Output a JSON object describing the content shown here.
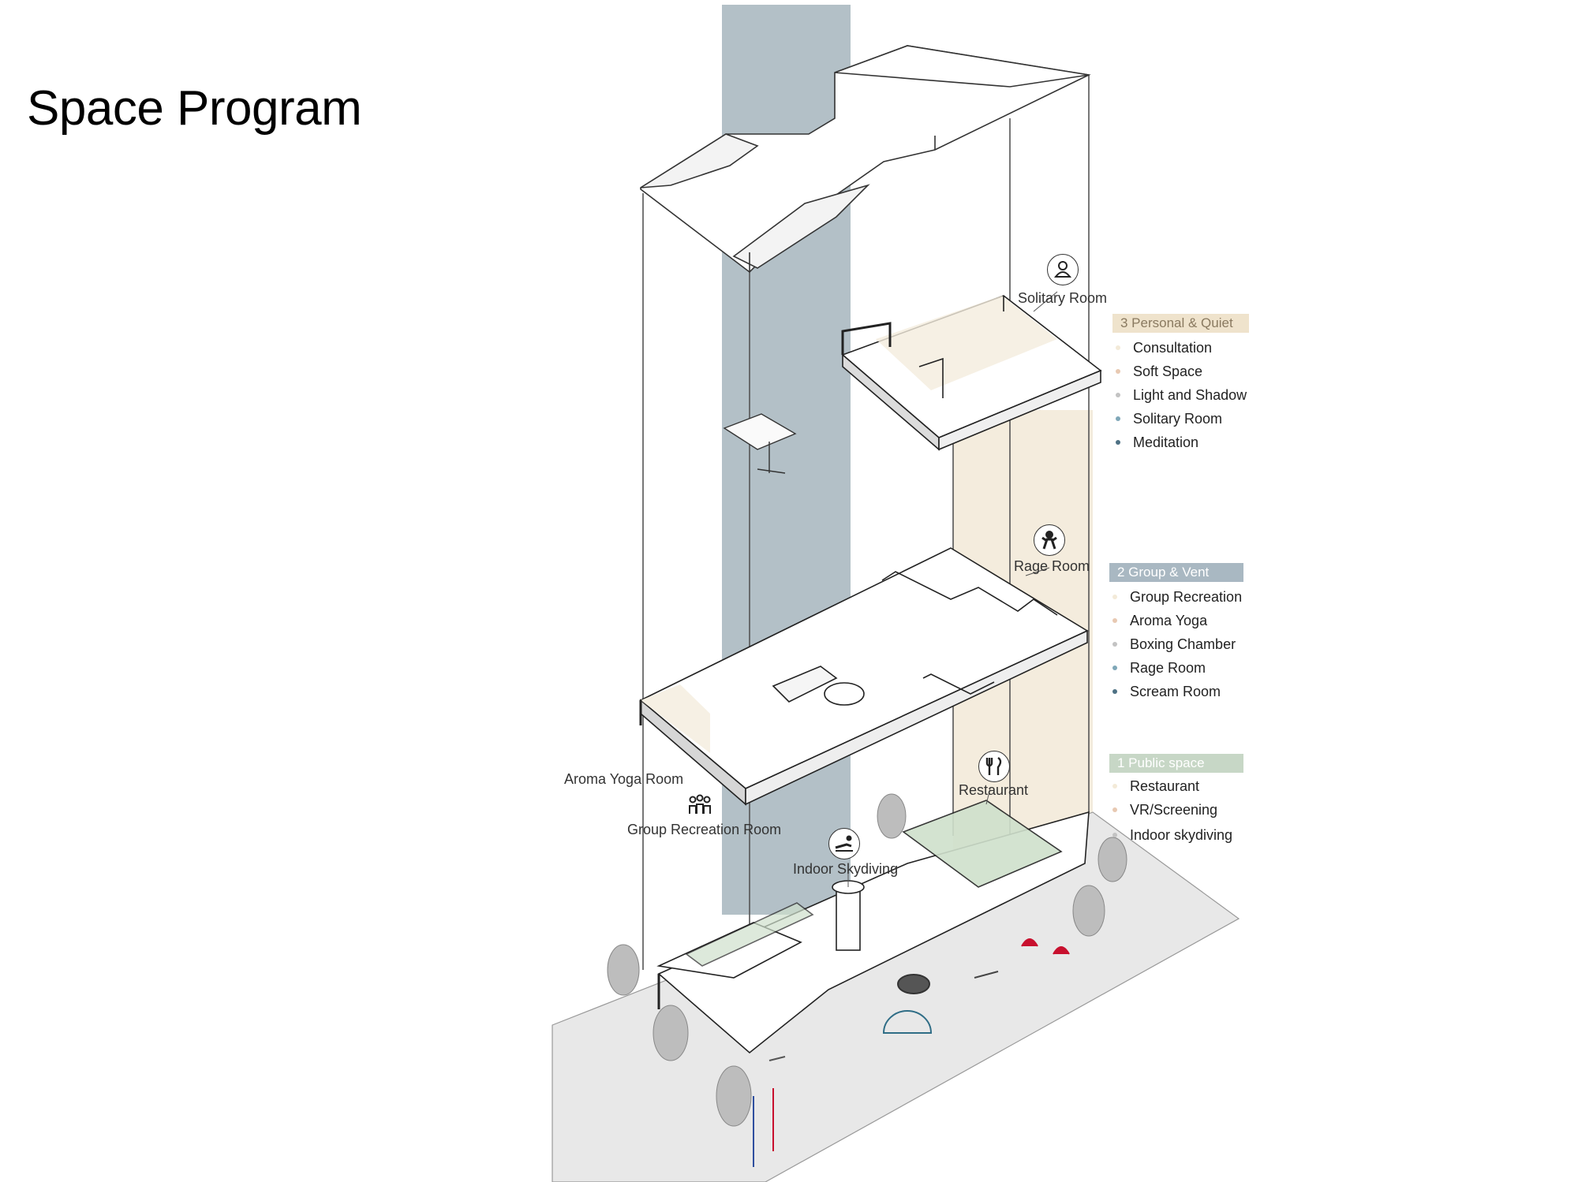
{
  "title": "Space Program",
  "labels": {
    "solitary": "Solitary Room",
    "rage": "Rage Room",
    "aroma": "Aroma Yoga Room",
    "group": "Group Recreation Room",
    "restaurant": "Restaurant",
    "skydiving": "Indoor Skydiving"
  },
  "legend": [
    {
      "heading": "3 Personal & Quiet",
      "color": "#efe3cc",
      "heading_text_color": "#8a7a60",
      "items": [
        {
          "label": "Consultation",
          "dot": "#f3ead8"
        },
        {
          "label": "Soft Space",
          "dot": "#e8c9b2"
        },
        {
          "label": "Light and Shadow",
          "dot": "#c3c3c3"
        },
        {
          "label": "Solitary Room",
          "dot": "#7fa7b8"
        },
        {
          "label": "Meditation",
          "dot": "#4e7184"
        }
      ]
    },
    {
      "heading": "2 Group & Vent",
      "color": "#a9b8c2",
      "heading_text_color": "#ffffff",
      "items": [
        {
          "label": "Group Recreation",
          "dot": "#f3ead8"
        },
        {
          "label": "Aroma Yoga",
          "dot": "#e8c9b2"
        },
        {
          "label": "Boxing Chamber",
          "dot": "#c3c3c3"
        },
        {
          "label": "Rage Room",
          "dot": "#7fa7b8"
        },
        {
          "label": "Scream Room",
          "dot": "#4e7184"
        }
      ]
    },
    {
      "heading": "1 Public space",
      "color": "#c7d7c6",
      "heading_text_color": "#ffffff",
      "items": [
        {
          "label": "Restaurant",
          "dot": "#f3ead8"
        },
        {
          "label": "VR/Screening",
          "dot": "#e8c9b2"
        },
        {
          "label": "Indoor skydiving",
          "dot": "#c3c3c3"
        }
      ]
    }
  ],
  "colors": {
    "blue_band": "#b3c0c7",
    "beige_band": "#f4ecdd",
    "ground": "#e8e8e8",
    "green_zone": "#cfe0cc"
  },
  "icons": [
    "person-icon",
    "rage-icon",
    "restaurant-icon",
    "group-icon",
    "skydiving-icon"
  ]
}
